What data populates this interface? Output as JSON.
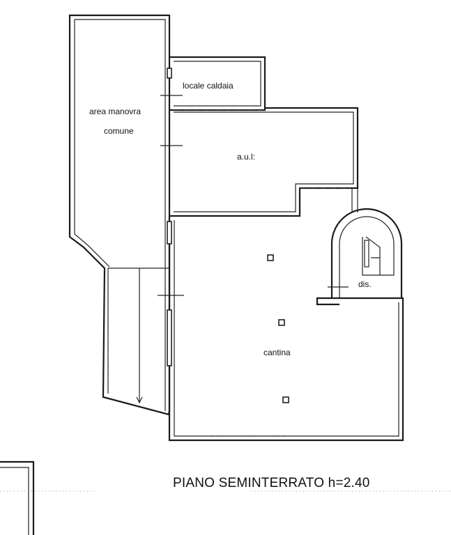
{
  "rooms": {
    "area_manovra_line1": "area manovra",
    "area_manovra_line2": "comune",
    "locale_caldaia": "locale caldaia",
    "aul": "a.u.l:",
    "dis": "dis.",
    "cantina": "cantina"
  },
  "title": "PIANO SEMINTERRATO h=2.40"
}
